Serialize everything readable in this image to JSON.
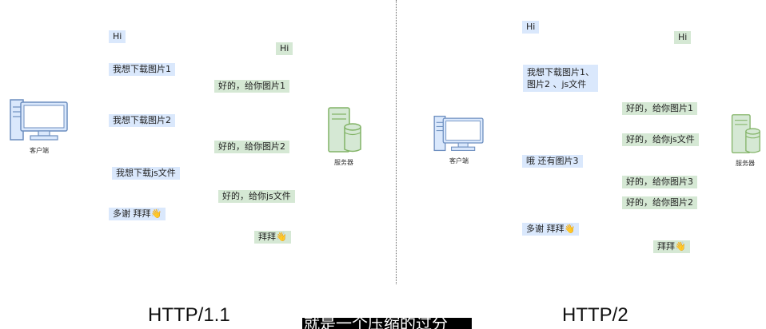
{
  "left": {
    "protocol": "HTTP/1.1",
    "client_label": "客户端",
    "server_label": "服务器",
    "messages": [
      {
        "text": "Hi",
        "side": "client"
      },
      {
        "text": "Hi",
        "side": "server"
      },
      {
        "text": "我想下载图片1",
        "side": "client"
      },
      {
        "text": "好的，给你图片1",
        "side": "server"
      },
      {
        "text": "我想下载图片2",
        "side": "client"
      },
      {
        "text": "好的，给你图片2",
        "side": "server"
      },
      {
        "text": "我想下载js文件",
        "side": "client"
      },
      {
        "text": "好的，给你js文件",
        "side": "server"
      },
      {
        "text": "多谢 拜拜👋",
        "side": "client"
      },
      {
        "text": "拜拜👋",
        "side": "server"
      }
    ]
  },
  "right": {
    "protocol": "HTTP/2",
    "client_label": "客户端",
    "server_label": "服务器",
    "messages": [
      {
        "text": "Hi",
        "side": "client"
      },
      {
        "text": "Hi",
        "side": "server"
      },
      {
        "text": "我想下载图片1、\n图片2 、js文件",
        "side": "client"
      },
      {
        "text": "好的，给你图片1",
        "side": "server"
      },
      {
        "text": "好的，给你js文件",
        "side": "server"
      },
      {
        "text": "哦 还有图片3",
        "side": "client"
      },
      {
        "text": "好的，给你图片3",
        "side": "server"
      },
      {
        "text": "好的，给你图片2",
        "side": "server"
      },
      {
        "text": "多谢 拜拜👋",
        "side": "client"
      },
      {
        "text": "拜拜👋",
        "side": "server"
      }
    ]
  },
  "caption": "就是一个压缩的过分",
  "colors": {
    "request_fill": "#dae8fc",
    "response_fill": "#d5e8d4",
    "computer_stroke": "#6c8ebf",
    "server_stroke": "#82b366"
  }
}
